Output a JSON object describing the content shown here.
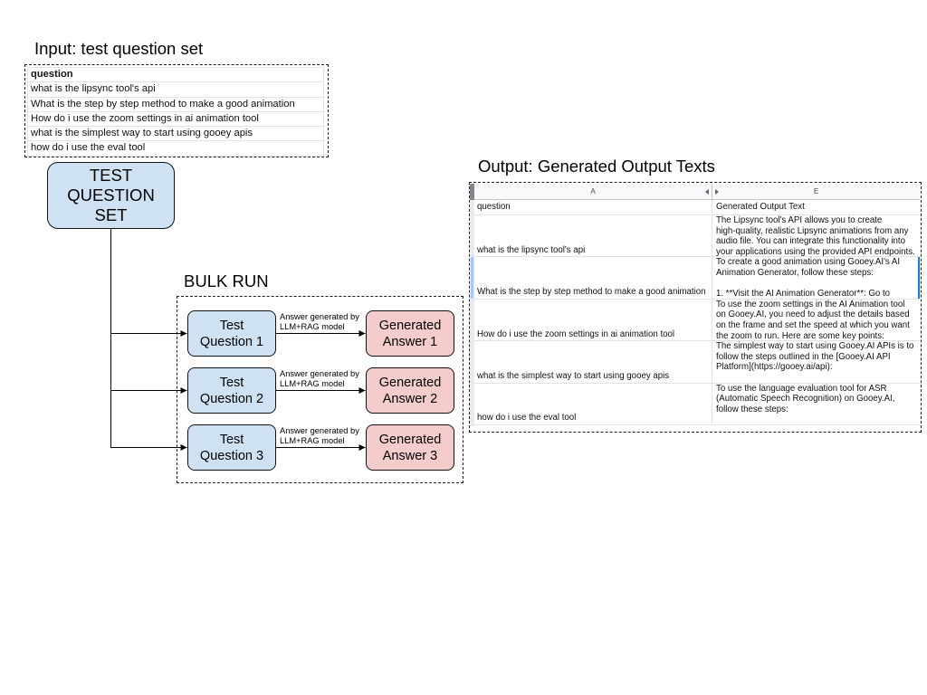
{
  "input_section": {
    "title": "Input: test question set",
    "table": {
      "header": "question",
      "rows": [
        "what is the lipsync tool's api",
        "What is the step by step method to make a good animation",
        "How do i use the zoom settings in ai animation tool",
        "what is the simplest way to start using gooey apis",
        "how do i use the eval tool"
      ]
    }
  },
  "test_question_set": {
    "label": "TEST\nQUESTION\nSET"
  },
  "bulk_run": {
    "title": "BULK RUN",
    "items": [
      {
        "question": "Test\nQuestion 1",
        "edge_label": "Answer generated by\nLLM+RAG model",
        "answer": "Generated\nAnswer 1"
      },
      {
        "question": "Test\nQuestion 2",
        "edge_label": "Answer generated by\nLLM+RAG model",
        "answer": "Generated\nAnswer 2"
      },
      {
        "question": "Test\nQuestion 3",
        "edge_label": "Answer generated by\nLLM+RAG model",
        "answer": "Generated\nAnswer 3"
      }
    ]
  },
  "output_section": {
    "title": "Output: Generated Output Texts",
    "sheet": {
      "column_letters": [
        "A",
        "E"
      ],
      "hidden_columns_indicator": {
        "left_icon": "triangle-left-icon",
        "right_icon": "triangle-right-icon"
      },
      "header": {
        "question": "question",
        "output": "Generated Output Text"
      },
      "rows": [
        {
          "question": "what is the lipsync tool's api",
          "output": "The Lipsync tool's API allows you to create\nhigh-quality, realistic Lipsync animations from any\naudio file. You can integrate this functionality into\nyour applications using the provided API endpoints."
        },
        {
          "question": "What is the step by step method to make a good animation",
          "output": "To create a good animation using Gooey.AI's AI\nAnimation Generator, follow these steps:\n\n1. **Visit the AI Animation Generator**: Go to"
        },
        {
          "question": "How do i use the zoom settings in ai animation tool",
          "output": "To use the zoom settings in the AI Animation tool\non Gooey.AI, you need to adjust the details based\non the frame and set the speed at which you want\nthe zoom to run. Here are some key points:"
        },
        {
          "question": "what is the simplest way to start using gooey apis",
          "output": "The simplest way to start using Gooey.AI APIs is to\nfollow the steps outlined in the [Gooey.AI API\nPlatform](https://gooey.ai/api):"
        },
        {
          "question": "how do i use the eval tool",
          "output": "To use the language evaluation tool for ASR\n(Automatic Speech Recognition) on Gooey.AI,\nfollow these steps:"
        }
      ]
    }
  },
  "colors": {
    "question_node_fill": "#cfe2f3",
    "answer_node_fill": "#f4cccc",
    "selection_strip": "#a8c7fa",
    "selection_edge": "#1a73e8"
  }
}
